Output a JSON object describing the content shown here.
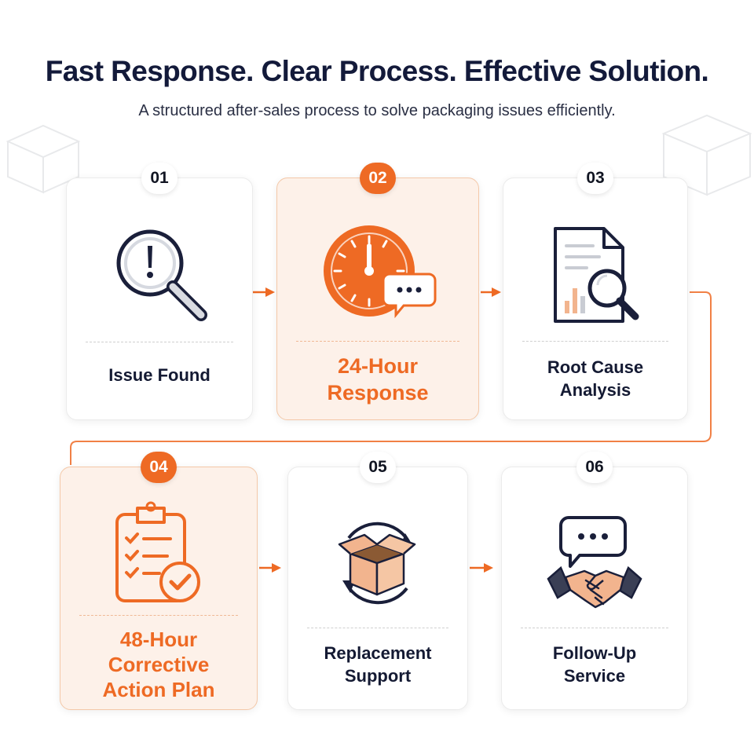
{
  "header": {
    "title": "Fast Response. Clear Process. Effective Solution.",
    "subtitle": "A structured after-sales process to solve packaging issues efficiently."
  },
  "colors": {
    "accent": "#ee6a24",
    "accent_bg": "#fdf1e9",
    "text": "#141a33"
  },
  "steps": [
    {
      "number": "01",
      "label": "Issue Found",
      "icon": "magnifier-alert-icon",
      "highlighted": false
    },
    {
      "number": "02",
      "label": "24-Hour Response",
      "icon": "clock-chat-icon",
      "highlighted": true
    },
    {
      "number": "03",
      "label": "Root Cause Analysis",
      "icon": "document-analysis-icon",
      "highlighted": false
    },
    {
      "number": "04",
      "label": "48-Hour Corrective Action Plan",
      "icon": "checklist-clipboard-icon",
      "highlighted": true
    },
    {
      "number": "05",
      "label": "Replacement Support",
      "icon": "box-replace-icon",
      "highlighted": false
    },
    {
      "number": "06",
      "label": "Follow-Up Service",
      "icon": "handshake-chat-icon",
      "highlighted": false
    }
  ]
}
